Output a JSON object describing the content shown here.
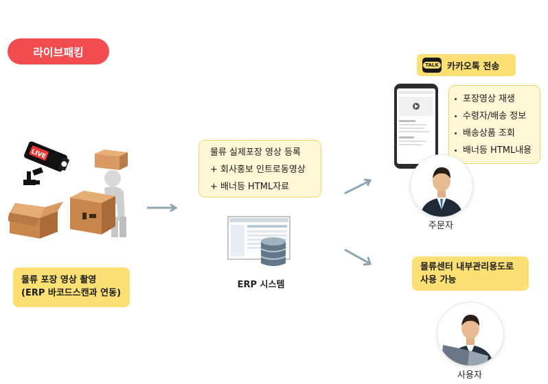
{
  "badge": {
    "label": "라이브패킹",
    "color": "#f24b50"
  },
  "live_camera": {
    "sign": "LIVE"
  },
  "step1": {
    "line1": "물류 포장 영상 촬영",
    "line2": "(ERP 바코드스캔과 연동)"
  },
  "step2": {
    "lines": [
      "물류 실제포장 영상 등록",
      "+ 회사홍보 인트로동영상",
      "+ 배너등 HTML자료"
    ]
  },
  "erp": {
    "caption": "ERP 시스템"
  },
  "kakao": {
    "icon_text": "TALK",
    "label": "카카오톡 전송"
  },
  "features": [
    "포장영상 재생",
    "수령자/배송 정보",
    "배송상품 조회",
    "배너등 HTML내용"
  ],
  "customer": {
    "caption": "주문자"
  },
  "internal": {
    "line1": "물류센터 내부관리용도로",
    "line2": "사용 가능"
  },
  "user": {
    "caption": "사용자"
  },
  "colors": {
    "accent": "#f24b50",
    "yellow": "#fde073",
    "yellow_light": "#fff7d6",
    "arrow": "#8fa3b0"
  }
}
